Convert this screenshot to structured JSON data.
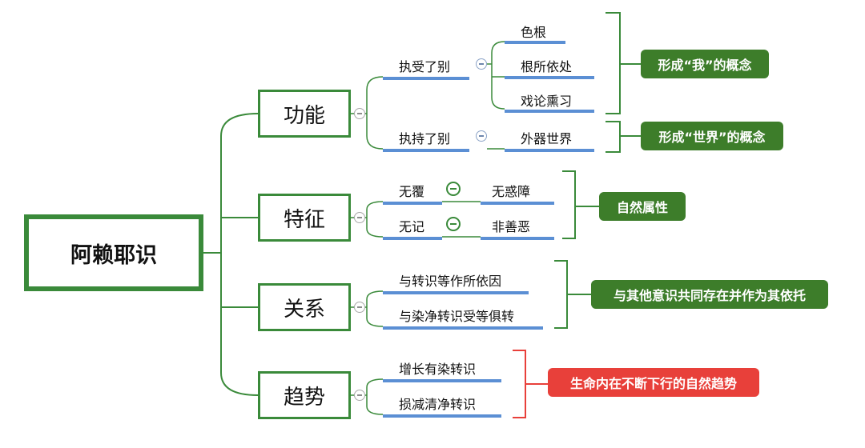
{
  "root": {
    "label": "阿赖耶识"
  },
  "colors": {
    "green": "#3a8a3a",
    "summary_green": "#3d7d2a",
    "summary_red": "#e8403a",
    "underline_blue": "#5b8fd4",
    "bracket_red": "#e8403a"
  },
  "branches": [
    {
      "label": "功能",
      "children": [
        {
          "label": "执受了别",
          "subs": [
            "色根",
            "根所依处",
            "戏论熏习"
          ],
          "summary": "形成“我”的概念"
        },
        {
          "label": "执持了别",
          "subs": [
            "外器世界"
          ],
          "summary": "形成“世界”的概念"
        }
      ]
    },
    {
      "label": "特征",
      "children": [
        {
          "label": "无覆",
          "subs": [
            "无惑障"
          ]
        },
        {
          "label": "无记",
          "subs": [
            "非善恶"
          ]
        }
      ],
      "summary": "自然属性"
    },
    {
      "label": "关系",
      "children": [
        {
          "label": "与转识等作所依因"
        },
        {
          "label": "与染净转识受等俱转"
        }
      ],
      "summary": "与其他意识共同存在并作为其依托"
    },
    {
      "label": "趋势",
      "children": [
        {
          "label": "增长有染转识"
        },
        {
          "label": "损减清净转识"
        }
      ],
      "summary": "生命内在不断下行的自然趋势"
    }
  ]
}
